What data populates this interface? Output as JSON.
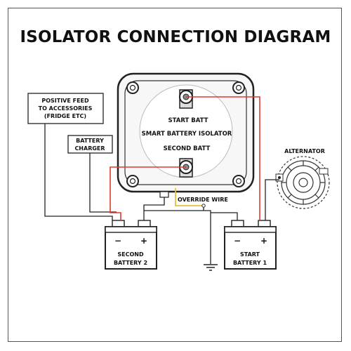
{
  "title": "ISOLATOR CONNECTION DIAGRAM",
  "isolator": {
    "start_label": "START BATT",
    "name_label": "SMART BATTERY ISOLATOR",
    "second_label": "SECOND BATT"
  },
  "accessories_label": [
    "POSITIVE FEED",
    "TO ACCESSORIES",
    "(FRIDGE ETC)"
  ],
  "charger_label": [
    "BATTERY",
    "CHARGER"
  ],
  "alternator_label": "ALTERNATOR",
  "override_label": "OVERRIDE WIRE",
  "second_battery_label": [
    "SECOND",
    "BATTERY 2"
  ],
  "start_battery_label": [
    "START",
    "BATTERY 1"
  ],
  "terminal_icons": {
    "negative": "minus-icon",
    "positive": "plus-icon"
  },
  "colors": {
    "positive_wire": "#e03a2f",
    "override_wire": "#e8c230",
    "ground_wire": "#222222"
  }
}
